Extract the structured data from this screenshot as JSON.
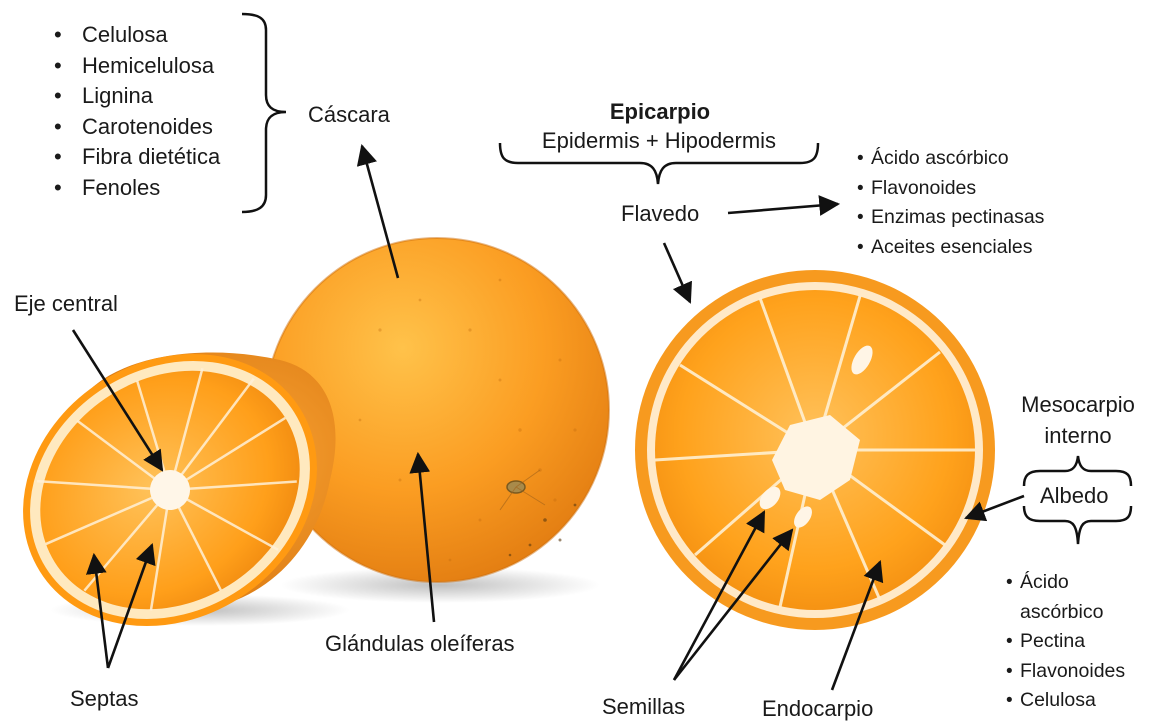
{
  "cascara": {
    "label": "Cáscara",
    "components": [
      "Celulosa",
      "Hemicelulosa",
      "Lignina",
      "Carotenoides",
      "Fibra dietética",
      "Fenoles"
    ]
  },
  "epicarpio": {
    "title": "Epicarpio",
    "subtitle": "Epidermis + Hipodermis"
  },
  "flavedo": {
    "label": "Flavedo",
    "components": [
      "Ácido ascórbico",
      "Flavonoides",
      "Enzimas pectinasas",
      "Aceites esenciales"
    ]
  },
  "mesocarpio": {
    "label_line1": "Mesocarpio",
    "label_line2": "interno",
    "albedo_label": "Albedo",
    "albedo_components": [
      "Ácido",
      "ascórbico",
      "Pectina",
      "Flavonoides",
      "Celulosa"
    ]
  },
  "parts": {
    "eje_central": "Eje central",
    "septas": "Septas",
    "glandulas": "Glándulas oleíferas",
    "semillas": "Semillas",
    "endocarpio": "Endocarpio"
  },
  "colors": {
    "peel": "#f79a1f",
    "pulp": "#ffa21c",
    "albedo": "#fff3df",
    "text": "#1a1a1a"
  }
}
